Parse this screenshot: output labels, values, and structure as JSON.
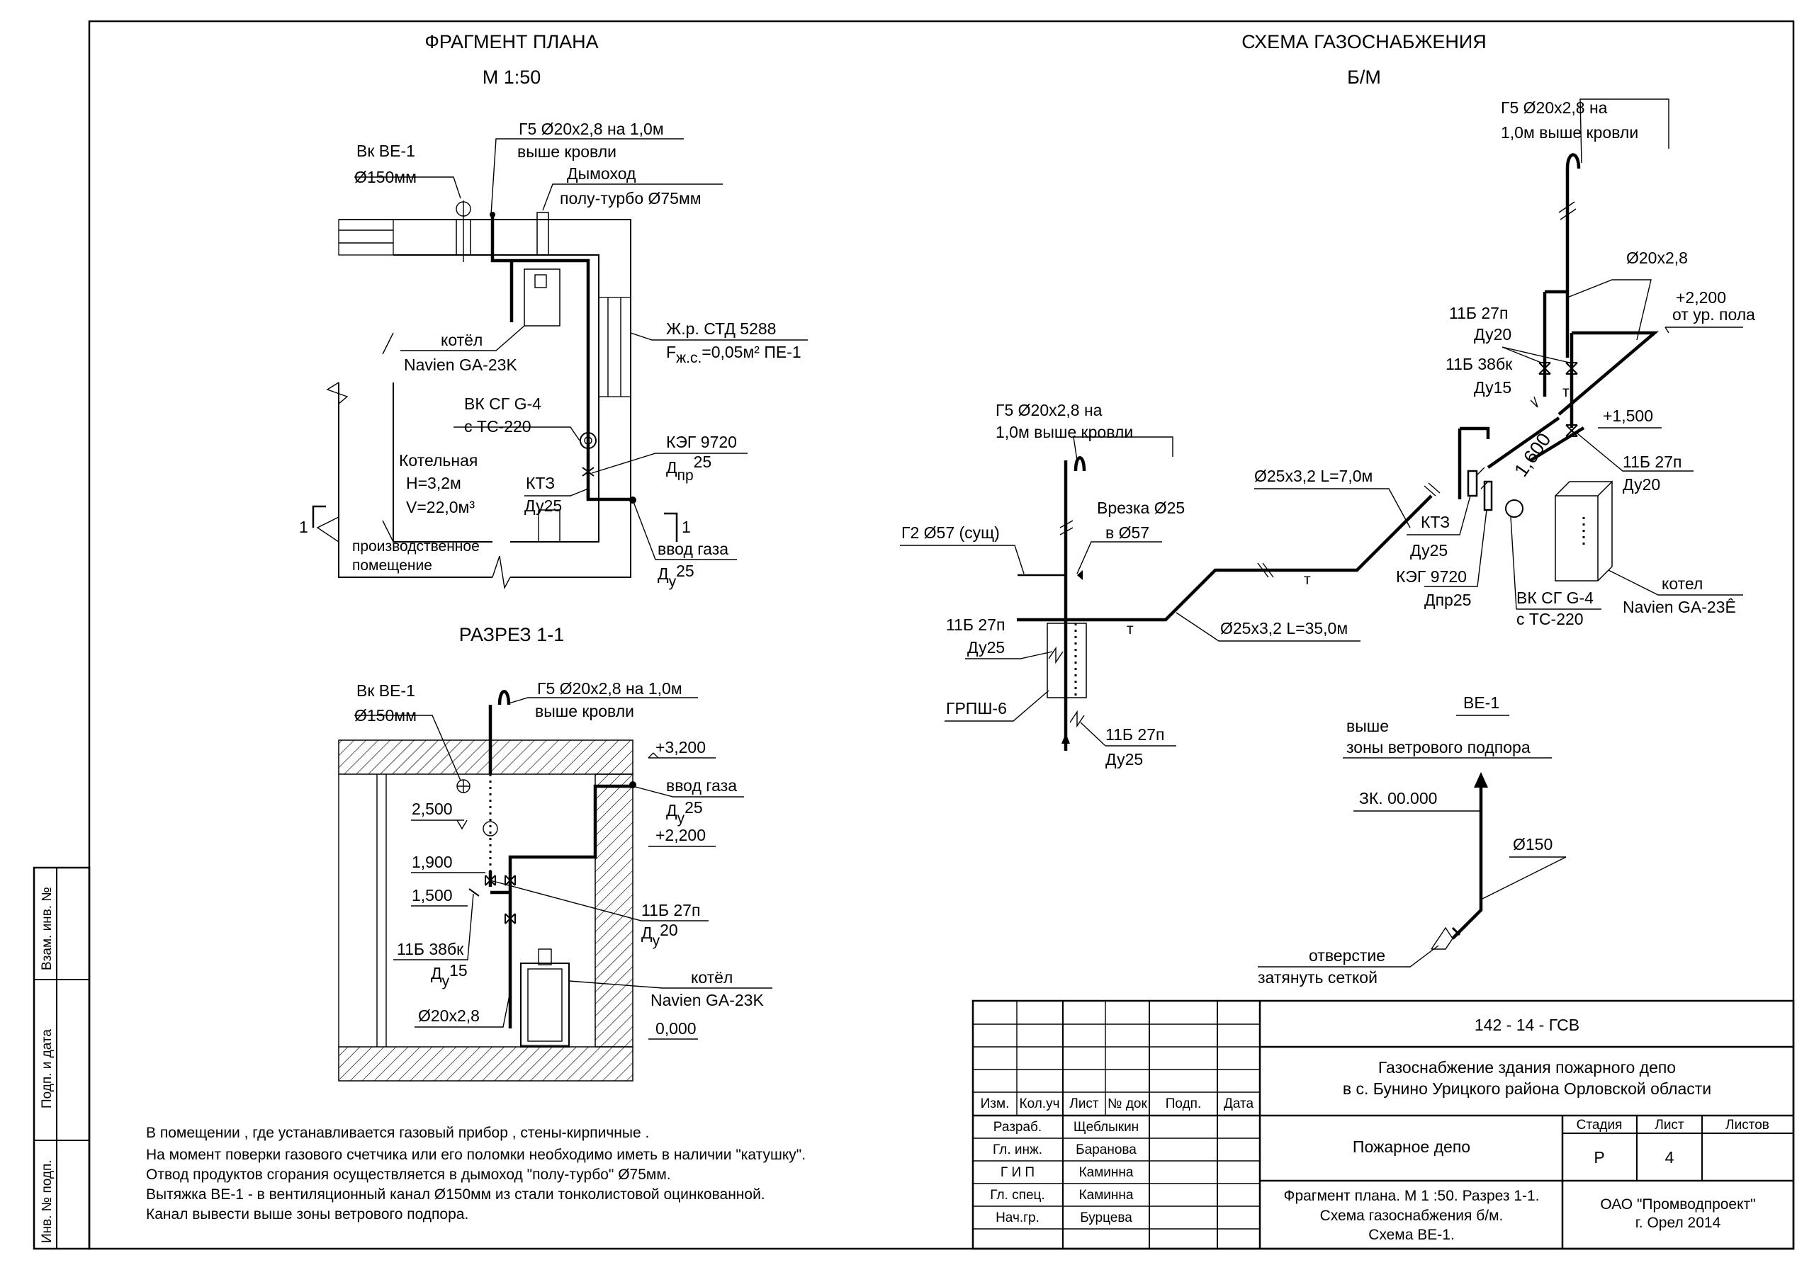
{
  "plan": {
    "title": "ФРАГМЕНТ ПЛАНА",
    "scale": "М 1:50",
    "vk_label": "Вк ВЕ-1",
    "vk_diam": "Ø150мм",
    "g5_line1": "Г5 Ø20х2,8 на 1,0м",
    "g5_line2": "выше кровли",
    "chimney_line1": "Дымоход",
    "chimney_line2": "полу-турбо Ø75мм",
    "boiler_line1": "котёл",
    "boiler_line2": "Navien GA-23K",
    "window_line1": "Ж.р. СТД 5288",
    "window_line2a": "F",
    "window_line2b": "ж.с.",
    "window_line2c": "=0,05м² ПЕ-1",
    "meter_line1": "ВК СГ G-4",
    "meter_line2": "с ТС-220",
    "room_line1": "Котельная",
    "room_line2": "Н=3,2м",
    "room_line3": "V=22,0м³",
    "ktz_line1": "КТЗ",
    "ktz_line2": "Ду25",
    "keg_line1": "КЭГ 9720",
    "keg_line2a": "Д",
    "keg_line2b": "пр",
    "keg_line2c": "25",
    "inlet_line1": "ввод газа",
    "inlet_line2a": "Д",
    "inlet_line2b": "у",
    "inlet_line2c": "25",
    "cut_mark": "1",
    "adj_line1": "производственное",
    "adj_line2": "помещение"
  },
  "section": {
    "title": "РАЗРЕЗ 1-1",
    "vk_label": "Вк ВЕ-1",
    "vk_diam": "Ø150мм",
    "g5_line1": "Г5 Ø20х2,8 на 1,0м",
    "g5_line2": "выше кровли",
    "elev_top": "+3,200",
    "elev_2500": "2,500",
    "elev_2200": "+2,200",
    "elev_1900": "1,900",
    "elev_1500": "1,500",
    "elev_0": "0,000",
    "inlet_line1": "ввод газа",
    "inlet_line2a": "Д",
    "inlet_line2b": "у",
    "inlet_line2c": "25",
    "valve_line1": "11Б 27п",
    "valve_line2a": "Д",
    "valve_line2b": "у",
    "valve_line2c": "20",
    "valve2_line1": "11Б 38бк",
    "valve2_line2a": "Д",
    "valve2_line2b": "у",
    "valve2_line2c": "15",
    "pipe_label": "Ø20х2,8",
    "boiler_line1": "котёл",
    "boiler_line2": "Navien GA-23K"
  },
  "scheme": {
    "title": "СХЕМА ГАЗОСНАБЖЕНИЯ",
    "subtitle": "Б/М",
    "g5_top_line1": "Г5 Ø20х2,8 на",
    "g5_top_line2": "1,0м  выше кровли",
    "g5_left_line1": "Г5 Ø20х2,8 на",
    "g5_left_line2": "1,0м выше кровли",
    "pipe_20": "Ø20х2,8",
    "elev_2200_line1": "+2,200",
    "elev_2200_line2": "от ур. пола",
    "valve_27_line1": "11Б 27п",
    "valve_27_line2": "Ду20",
    "valve_38_line1": "11Б 38бк",
    "valve_38_line2": "Ду15",
    "elev_1500": "+1,500",
    "valve_27r_line1": "11Б 27п",
    "valve_27r_line2": "Ду20",
    "pipe_25_7": "Ø25х3,2 L=7,0м",
    "dim_1600": "1,600",
    "ktz_line1": "КТЗ",
    "ktz_line2": "Ду25",
    "keg_line1": "КЭГ 9720",
    "keg_line2": "Дпр25",
    "meter_line1": "ВК СГ G-4",
    "meter_line2": "с ТС-220",
    "boiler_line1": "котел",
    "boiler_line2": "Navien GA-23Ê",
    "tap_line1": "Врезка Ø25",
    "tap_line2": "в Ø57",
    "g2_label": "Г2 Ø57 (сущ)",
    "valve_grp_line1": "11Б 27п",
    "valve_grp_line2": "Ду25",
    "grpsh": "ГРПШ-6",
    "valve_bottom_line1": "11Б 27п",
    "valve_bottom_line2": "Ду25",
    "pipe_25_35": "Ø25х3,2 L=35,0м",
    "t_mark": "т"
  },
  "ve1": {
    "title": "ВЕ-1",
    "top_line1": "выше",
    "top_line2": "зоны ветрового подпора",
    "elev": "ЗК. 00.000",
    "diam": "Ø150",
    "hole_line1": "отверстие",
    "hole_line2": "затянуть сеткой"
  },
  "notes": [
    "В помещении , где устанавливается  газовый прибор , стены-кирпичные .",
    "На момент поверки газового счетчика или его поломки необходимо иметь в наличии \"катушку\".",
    "Отвод продуктов сгорания осуществляется в дымоход \"полу-турбо\" Ø75мм.",
    "Вытяжка ВЕ-1 - в вентиляционный канал Ø150мм из стали тонколистовой оцинкованной.",
    "Канал вывести выше зоны ветрового подпора."
  ],
  "side_stamp": [
    "Взам. инв. №",
    "Подп. и дата",
    "Инв. № подп."
  ],
  "title_block": {
    "code": "142 - 14 - ГСВ",
    "project_line1": "Газоснабжение здания пожарного депо",
    "project_line2": "в с. Бунино Урицкого района Орловской области",
    "headers": [
      "Изм.",
      "Кол.уч",
      "Лист",
      "№ док",
      "Подп.",
      "Дата"
    ],
    "roles": [
      "Разраб.",
      "Гл. инж.",
      "Г И П",
      "Гл. спец.",
      "Нач.гр."
    ],
    "names": [
      "Щеблыкин",
      "Баранова",
      "Каминна",
      "Каминна",
      "Бурцева"
    ],
    "object": "Пожарное депо",
    "stage_h": "Стадия",
    "sheet_h": "Лист",
    "sheets_h": "Листов",
    "stage": "Р",
    "sheet": "4",
    "sheet_title_line1": "Фрагмент плана. М 1 :50. Разрез 1-1.",
    "sheet_title_line2": "Схема газоснабжения б/м.",
    "sheet_title_line3": "Схема ВЕ-1.",
    "org_line1": "ОАО \"Промводпроект\"",
    "org_line2": "г. Орел 2014"
  }
}
